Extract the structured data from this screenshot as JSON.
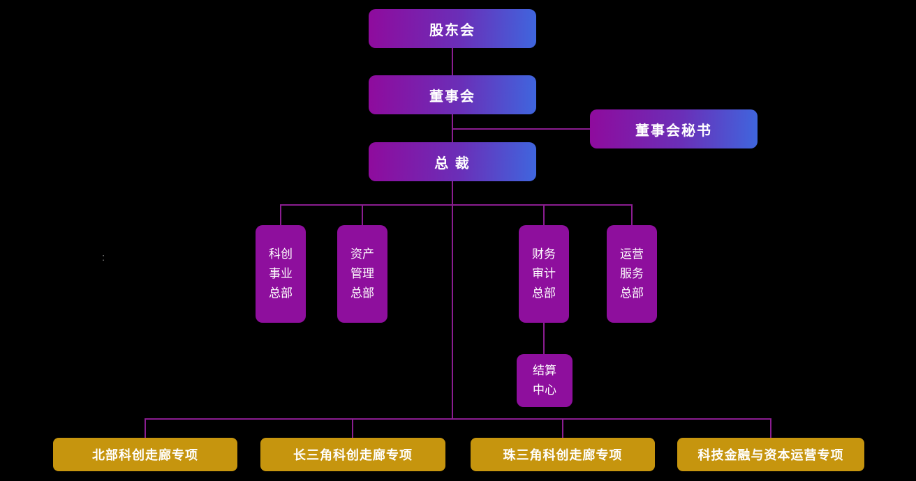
{
  "diagram": {
    "type": "org-chart",
    "background": "#000000",
    "nodes": {
      "shareholders": "股东会",
      "board": "董事会",
      "board_secretary": "董事会秘书",
      "president": "总 裁",
      "dept_sci_innovation": "科创\n事业\n总部",
      "dept_asset_mgmt": "资产\n管理\n总部",
      "dept_finance_audit": "财务\n审计\n总部",
      "dept_operations": "运营\n服务\n总部",
      "settlement_center": "结算\n中心",
      "proj_north": "北部科创走廊专项",
      "proj_yangtze": "长三角科创走廊专项",
      "proj_pearl": "珠三角科创走廊专项",
      "proj_fintech": "科技金融与资本运营专项"
    },
    "colors": {
      "gradient_start": "#8f0b9d",
      "gradient_end": "#3f66de",
      "solid_purple": "#8e0f9d",
      "gold": "#c6950e",
      "connector": "#8b1d91",
      "text": "#ffffff"
    },
    "stray_mark": ":"
  }
}
